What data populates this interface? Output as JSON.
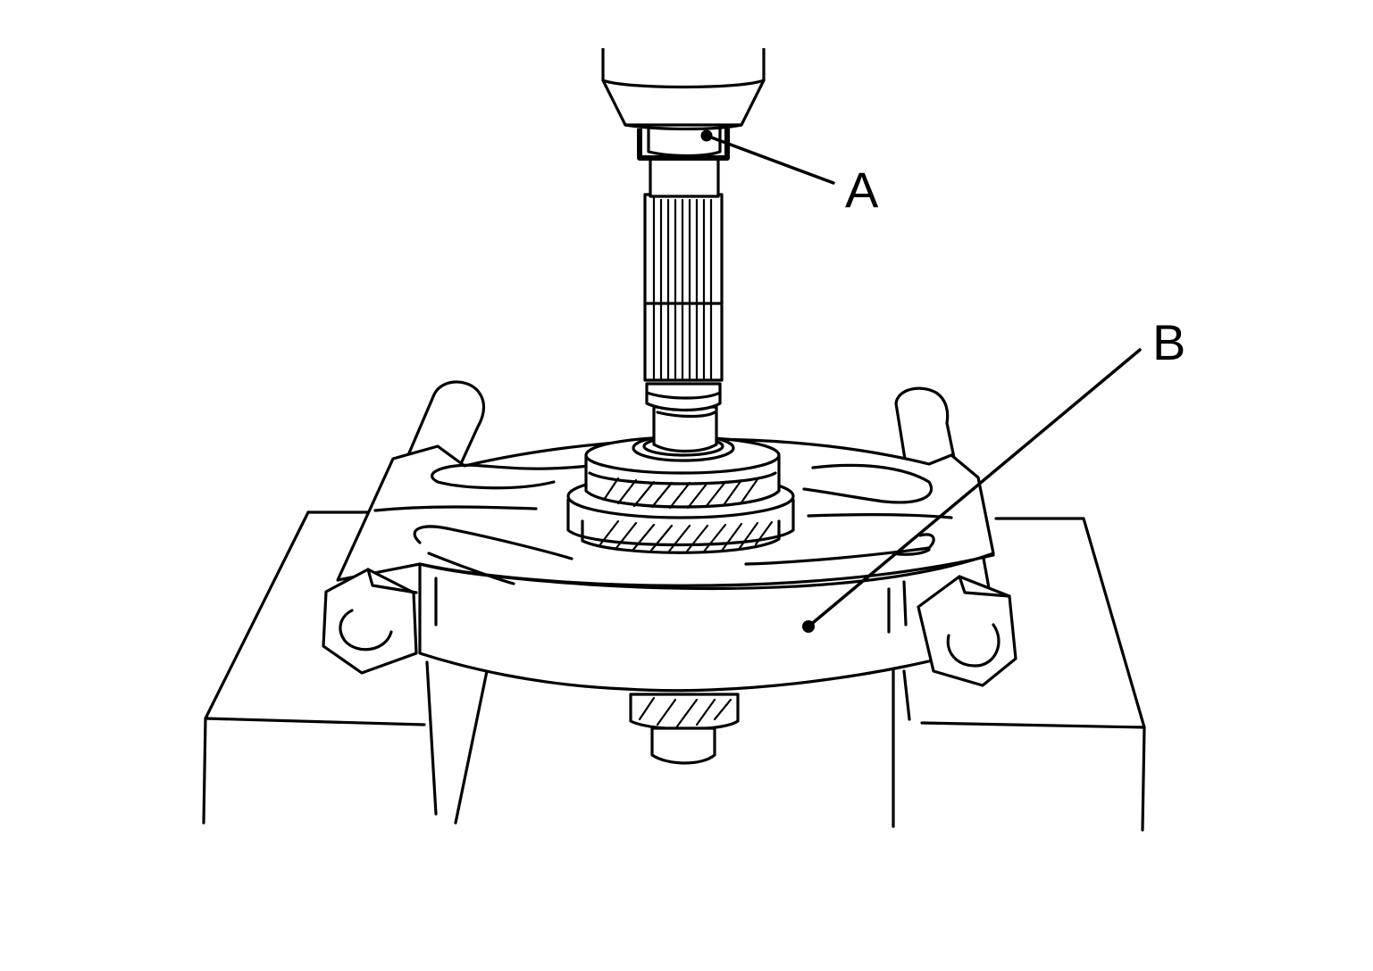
{
  "callouts": [
    {
      "id": "A",
      "label": "A"
    },
    {
      "id": "B",
      "label": "B"
    }
  ],
  "colors": {
    "line": "#000000",
    "background": "#ffffff"
  }
}
